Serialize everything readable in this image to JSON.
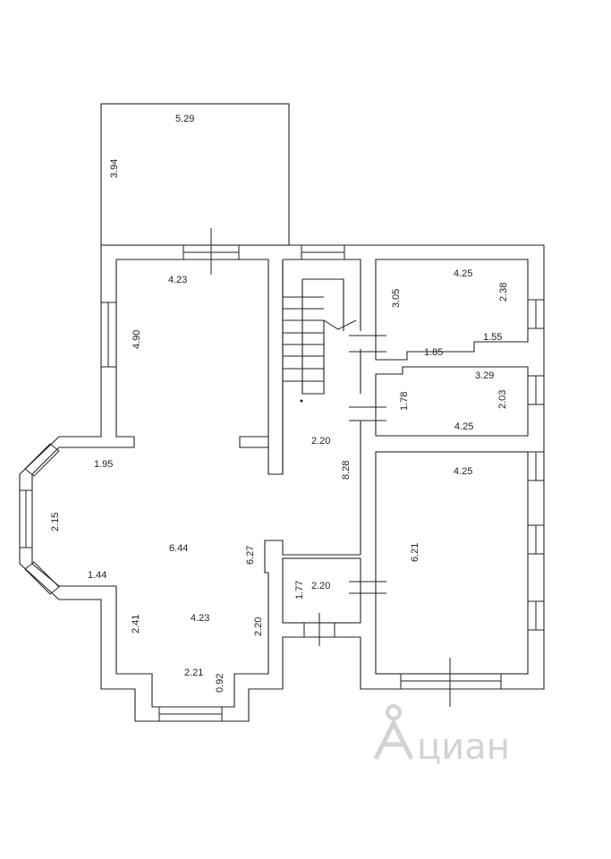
{
  "plan": {
    "dimensions": {
      "terrace_width": "5.29",
      "terrace_depth": "3.94",
      "living_top_width": "4.23",
      "living_left_depth": "4.90",
      "bay_top": "1.95",
      "bay_side": "2.15",
      "bay_bottom": "1.44",
      "living_width": "6.44",
      "living_depth": "6.27",
      "living_bottom_width": "4.23",
      "living_left_lower": "2.41",
      "living_right_lower": "2.20",
      "niche_width": "2.21",
      "niche_depth": "0.92",
      "hall_width": "2.20",
      "hall_length": "8.28",
      "bath_width": "2.20",
      "bath_depth": "1.77",
      "room_a_width": "4.25",
      "room_a_depth": "3.05",
      "room_a_right": "2.38",
      "room_a_step": "1.85",
      "room_a_step_right": "1.55",
      "room_b_top": "3.29",
      "room_b_left": "1.78",
      "room_b_right": "2.03",
      "room_b_width": "4.25",
      "room_c_width": "4.25",
      "room_c_depth": "6.21"
    },
    "watermark": "циан"
  }
}
